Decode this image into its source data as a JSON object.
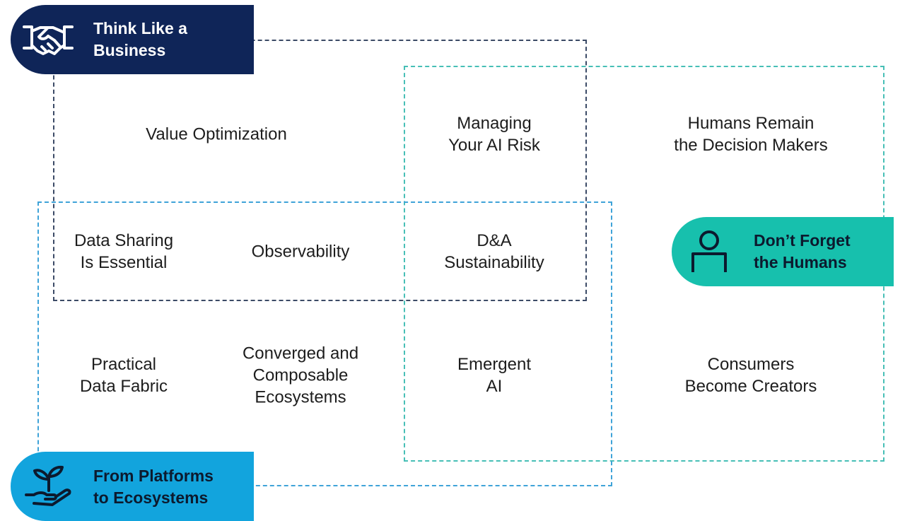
{
  "badges": {
    "business": {
      "line1": "Think Like a",
      "line2": "Business",
      "icon": "handshake-icon",
      "color": "#0f2558"
    },
    "humans": {
      "line1": "Don’t Forget",
      "line2": "the Humans",
      "icon": "person-icon",
      "color": "#17c0ad"
    },
    "ecosystems": {
      "line1": "From Platforms",
      "line2": "to Ecosystems",
      "icon": "sprout-in-hand-icon",
      "color": "#12a4dd"
    }
  },
  "trends": {
    "value_optimization": {
      "line1": "Value Optimization"
    },
    "managing_ai_risk": {
      "line1": "Managing",
      "line2": "Your AI Risk"
    },
    "humans_remain": {
      "line1": "Humans Remain",
      "line2": "the Decision Makers"
    },
    "data_sharing": {
      "line1": "Data Sharing",
      "line2": "Is Essential"
    },
    "observability": {
      "line1": "Observability"
    },
    "da_sustainability": {
      "line1": "D&A",
      "line2": "Sustainability"
    },
    "practical_data_fabric": {
      "line1": "Practical",
      "line2": "Data Fabric"
    },
    "converged_composable": {
      "line1": "Converged and",
      "line2": "Composable",
      "line3": "Ecosystems"
    },
    "emergent_ai": {
      "line1": "Emergent",
      "line2": "AI"
    },
    "consumers_creators": {
      "line1": "Consumers",
      "line2": "Become Creators"
    }
  },
  "colors": {
    "navy_frame": "#3b4a66",
    "teal_frame": "#47bfb6",
    "blue_frame": "#3fa3d8"
  }
}
